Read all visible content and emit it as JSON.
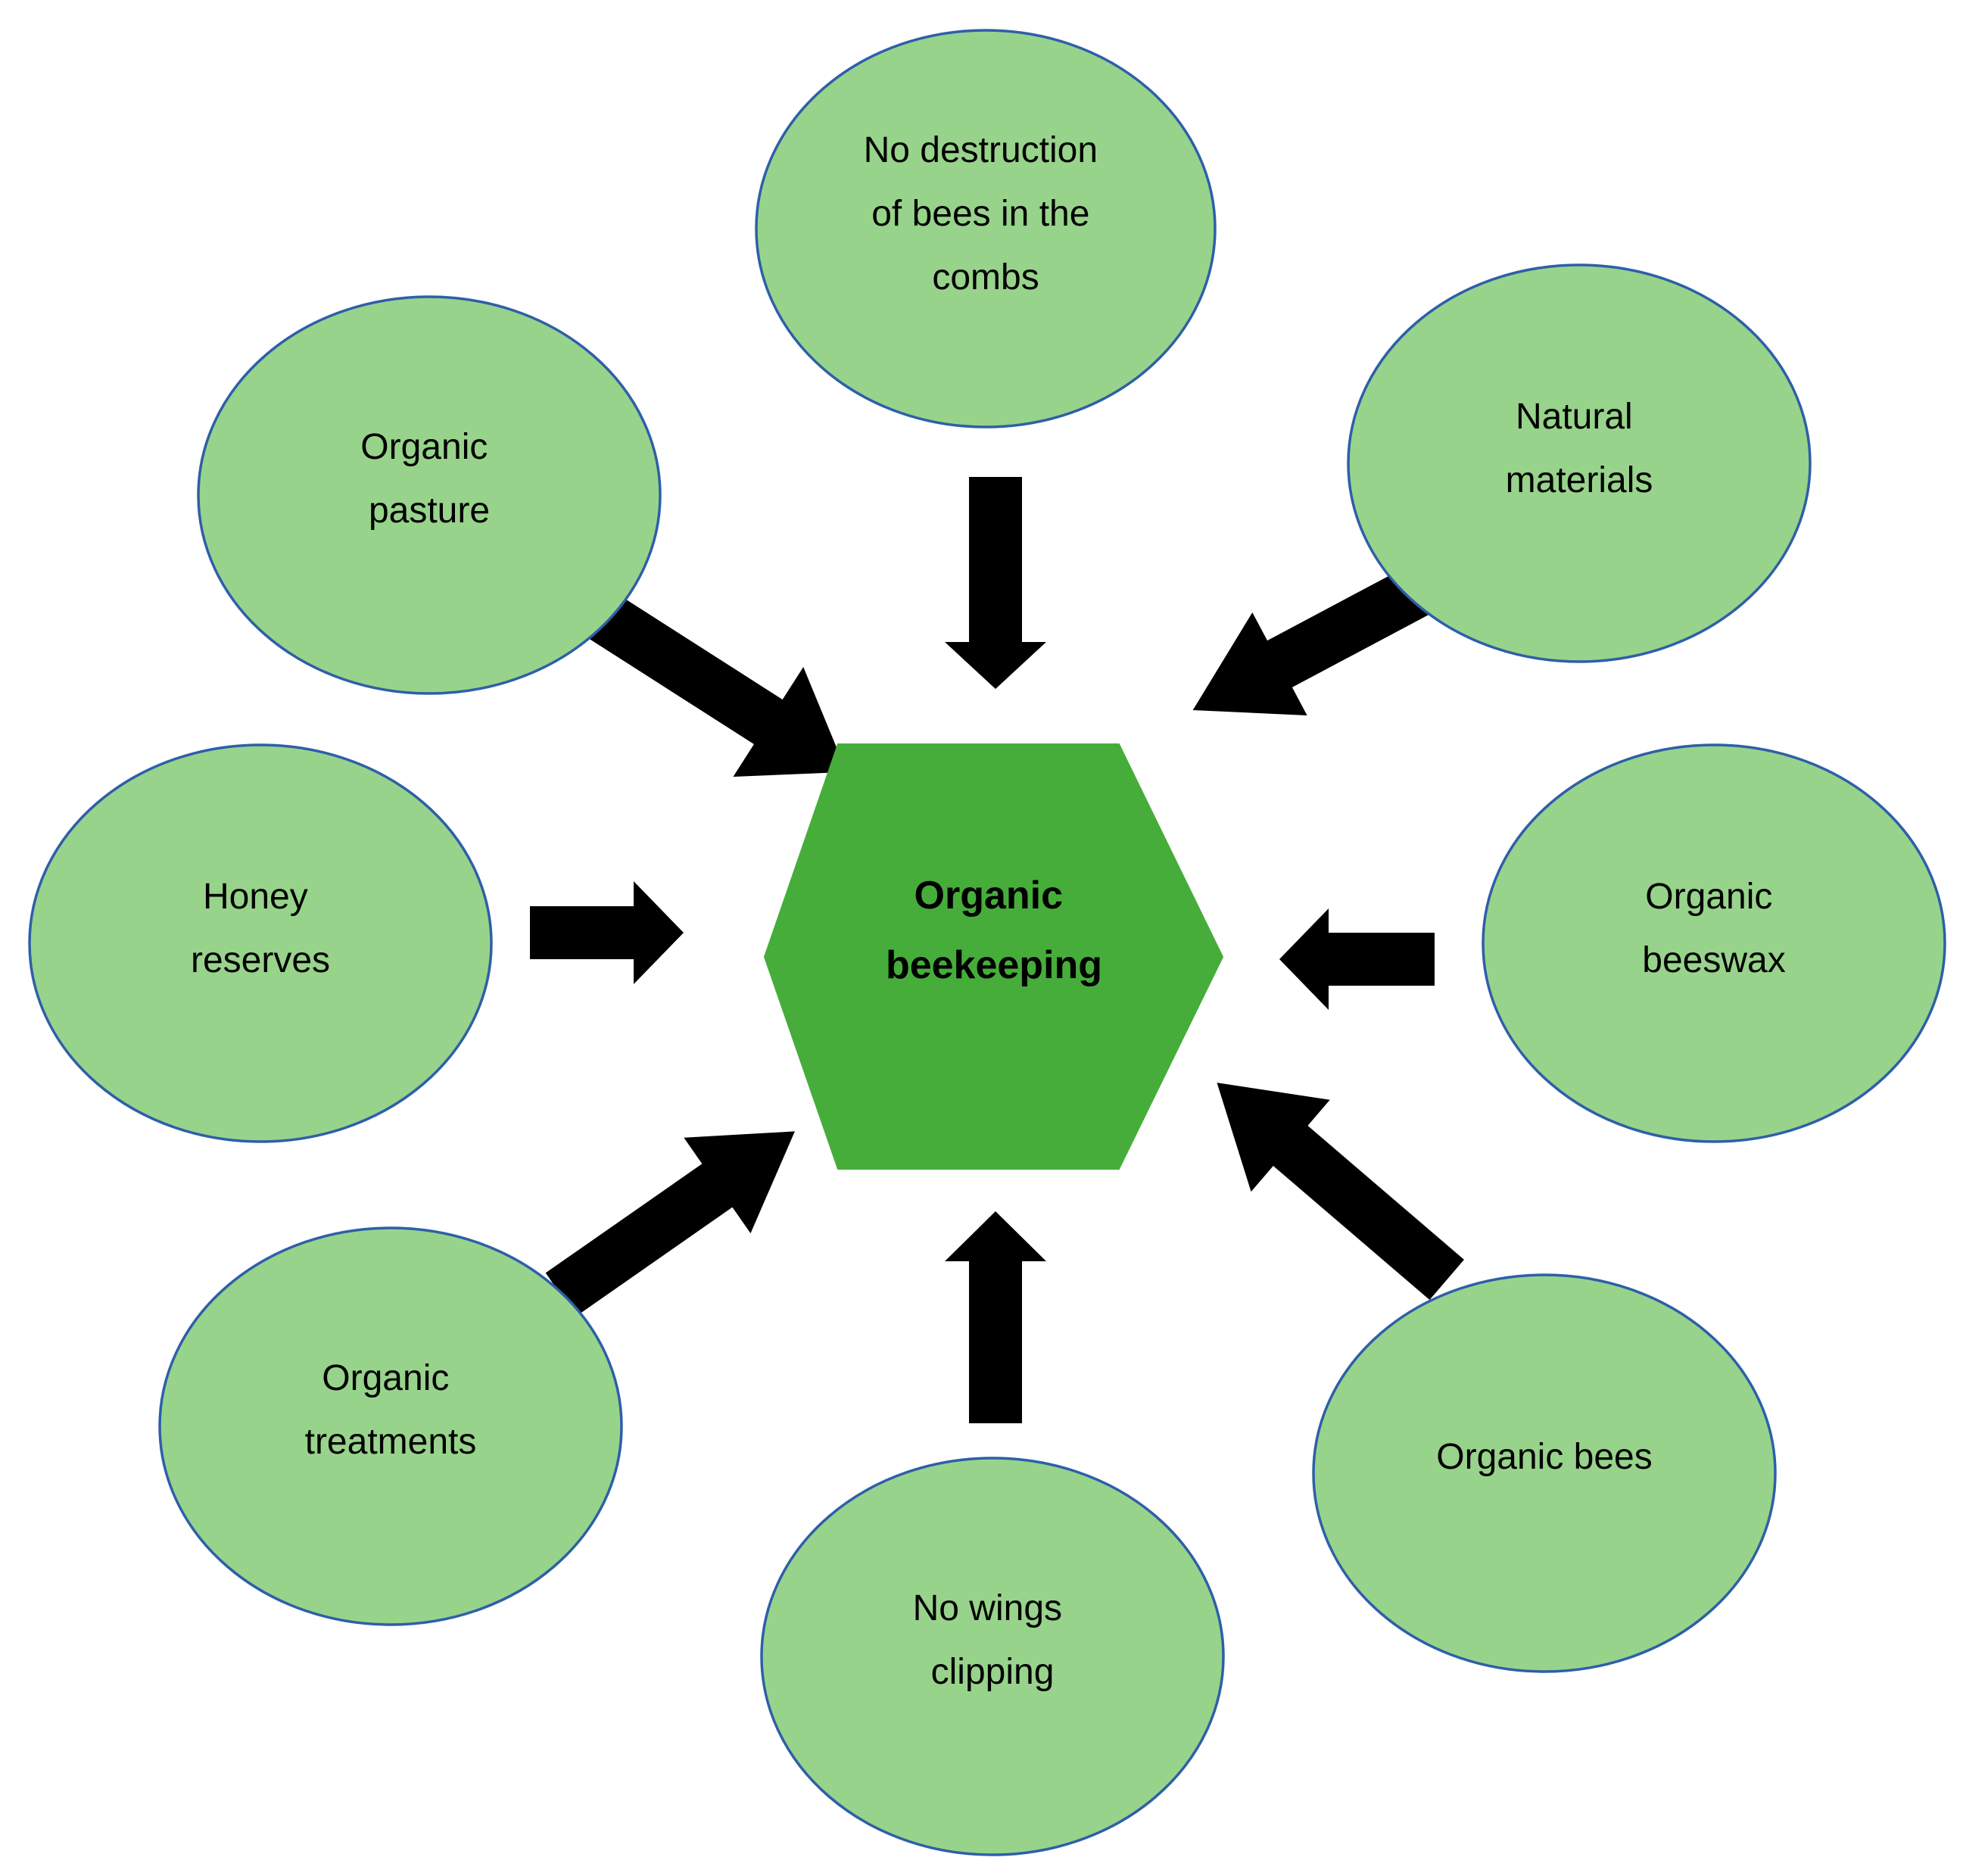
{
  "center": {
    "lines": [
      "Organic",
      "beekeeping"
    ],
    "fill": "#46ad3a"
  },
  "nodes": [
    {
      "id": "no-destruction",
      "lines": [
        "No destruction",
        "of bees in the",
        "combs"
      ]
    },
    {
      "id": "natural-materials",
      "lines": [
        "Natural",
        "materials"
      ]
    },
    {
      "id": "organic-beeswax",
      "lines": [
        "Organic",
        "beeswax"
      ]
    },
    {
      "id": "organic-bees",
      "lines": [
        "Organic bees"
      ]
    },
    {
      "id": "no-wings-clipping",
      "lines": [
        "No wings",
        "clipping"
      ]
    },
    {
      "id": "organic-treatments",
      "lines": [
        "Organic",
        "treatments"
      ]
    },
    {
      "id": "honey-reserves",
      "lines": [
        "Honey",
        "reserves"
      ]
    },
    {
      "id": "organic-pasture",
      "lines": [
        "Organic",
        "pasture"
      ]
    }
  ],
  "colors": {
    "node_fill": "#98d38b",
    "node_stroke": "#2e5fa8",
    "arrow": "#000000"
  }
}
